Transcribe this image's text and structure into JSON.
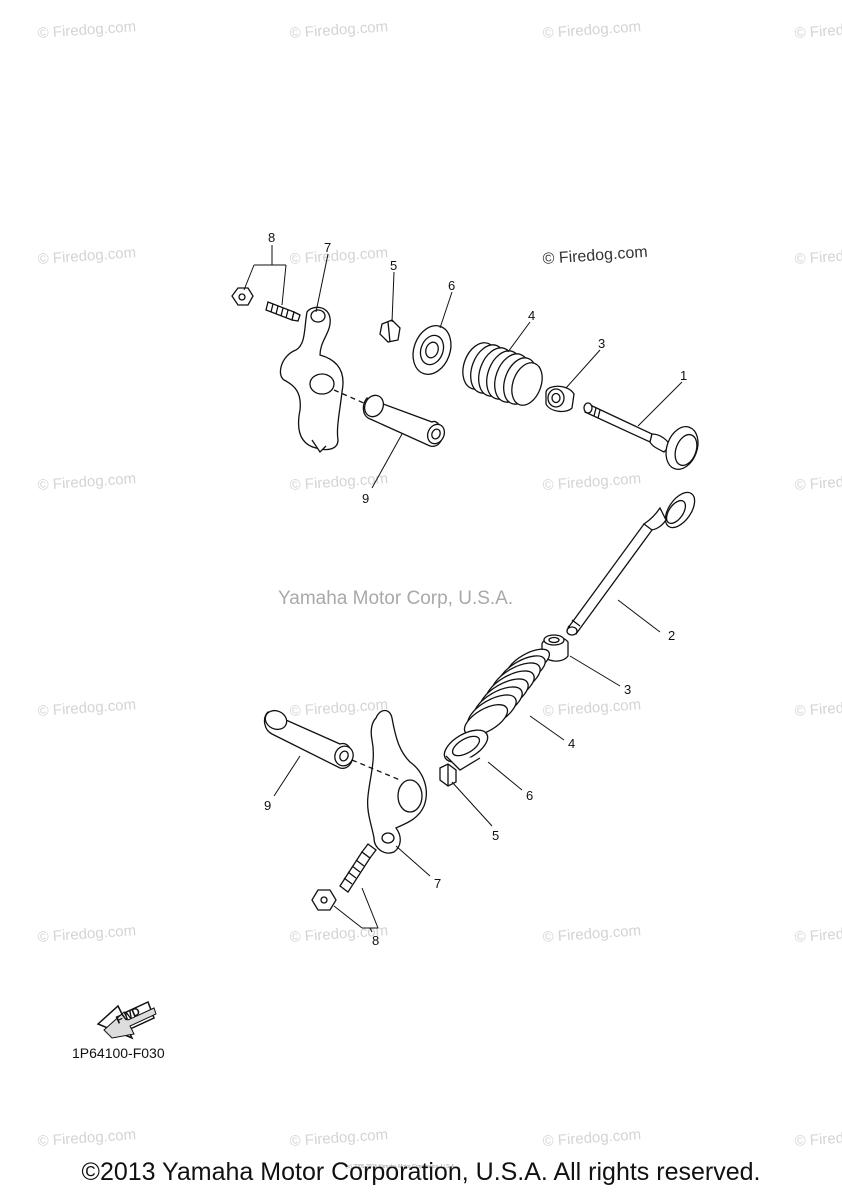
{
  "watermark": {
    "text": "© Firedog.com"
  },
  "center_watermark": "Yamaha Motor Corp, U.S.A.",
  "part_code": "1P64100-F030",
  "fwd_label": "FWD",
  "callouts": {
    "upper": {
      "p1": "1",
      "p3": "3",
      "p4": "4",
      "p5": "5",
      "p6": "6",
      "p7": "7",
      "p8": "8",
      "p9": "9"
    },
    "lower": {
      "p2": "2",
      "p3": "3",
      "p4": "4",
      "p5": "5",
      "p6": "6",
      "p7": "7",
      "p8": "8",
      "p9": "9"
    }
  },
  "footer": {
    "copyright": "©2013 Yamaha Motor Corporation, U.S.A. All rights reserved.",
    "tiny_credit": "(c) 2005-2015 Yamaha Motor Corporation, U.S.A."
  }
}
